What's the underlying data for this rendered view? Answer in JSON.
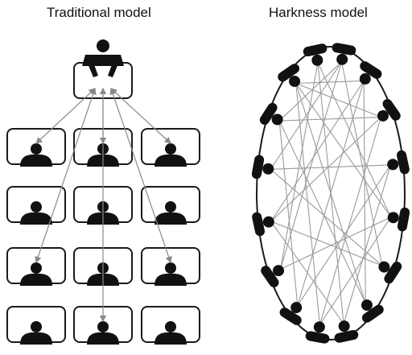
{
  "titles": {
    "traditional": "Traditional model",
    "harkness": "Harkness model"
  },
  "colors": {
    "figure": "#111111",
    "desk_outline": "#1a1a1a",
    "traditional_arrows": "#8a8a8a",
    "harkness_lines": "#9a9a9a"
  },
  "traditional": {
    "rows": 4,
    "columns": 3,
    "teacher_arrow_targets": [
      [
        0,
        0
      ],
      [
        0,
        1
      ],
      [
        0,
        2
      ],
      [
        2,
        0
      ],
      [
        2,
        2
      ],
      [
        3,
        1
      ]
    ]
  },
  "harkness": {
    "participants": 16,
    "connections": [
      [
        0,
        5
      ],
      [
        0,
        10
      ],
      [
        0,
        13
      ],
      [
        1,
        9
      ],
      [
        1,
        14
      ],
      [
        2,
        8
      ],
      [
        2,
        11
      ],
      [
        3,
        12
      ],
      [
        3,
        7
      ],
      [
        4,
        10
      ],
      [
        4,
        14
      ],
      [
        5,
        12
      ],
      [
        6,
        13
      ],
      [
        6,
        1
      ],
      [
        7,
        15
      ],
      [
        8,
        14
      ],
      [
        9,
        3
      ],
      [
        10,
        15
      ],
      [
        11,
        5
      ],
      [
        12,
        0
      ],
      [
        13,
        2
      ],
      [
        14,
        6
      ],
      [
        15,
        4
      ],
      [
        2,
        14
      ],
      [
        7,
        11
      ],
      [
        9,
        13
      ],
      [
        1,
        11
      ],
      [
        4,
        8
      ]
    ]
  }
}
